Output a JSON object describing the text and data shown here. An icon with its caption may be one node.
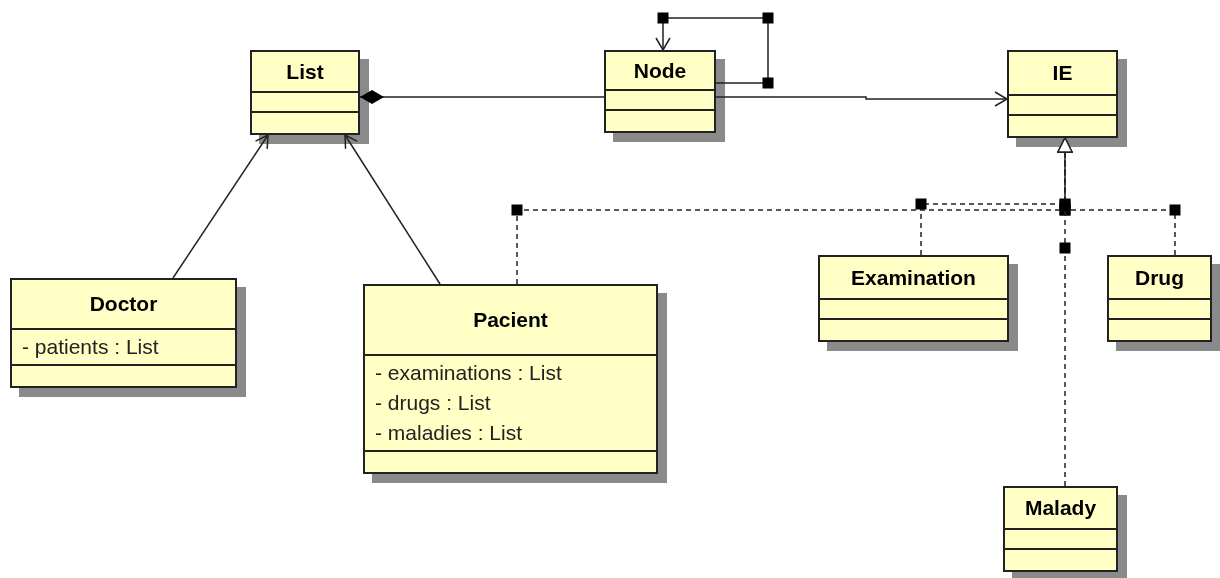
{
  "diagram": {
    "nodes": [
      {
        "text": [
          "List"
        ]
      },
      {
        "text": [
          "Node"
        ]
      },
      {
        "text": [
          "IE"
        ]
      },
      {
        "text": [
          "Doctor",
          "- patients : List"
        ]
      },
      {
        "text": [
          "Pacient",
          "- examinations : List",
          "- drugs : List",
          "- maladies : List"
        ]
      },
      {
        "text": [
          "Examination"
        ]
      },
      {
        "text": [
          "Drug"
        ]
      },
      {
        "text": [
          "Malady"
        ]
      }
    ],
    "edges": [
      {
        "from": 1,
        "to": 0,
        "arrow": "other"
      },
      {
        "from": 1,
        "to": 1,
        "arrow": "to"
      },
      {
        "from": 1,
        "to": 2,
        "arrow": "to"
      },
      {
        "from": 3,
        "to": 0,
        "arrow": "to"
      },
      {
        "from": 4,
        "to": 0,
        "arrow": "to"
      },
      {
        "from": 4,
        "to": 2,
        "arrow": "to",
        "style": "dashed"
      },
      {
        "from": 5,
        "to": 2,
        "arrow": "to",
        "style": "dashed"
      },
      {
        "from": 6,
        "to": 2,
        "arrow": "to",
        "style": "dashed"
      },
      {
        "from": 7,
        "to": 2,
        "arrow": "to",
        "style": "dashed"
      }
    ]
  }
}
